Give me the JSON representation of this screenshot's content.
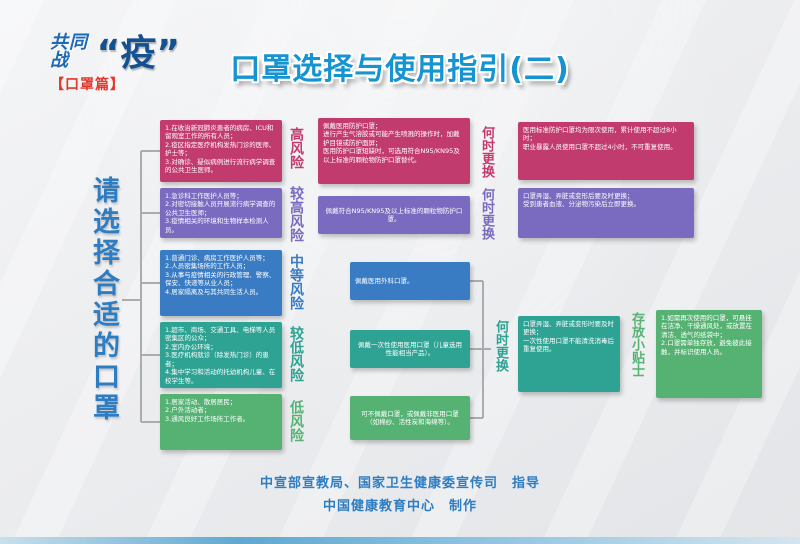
{
  "logo": {
    "prefix": "共同战",
    "big_char": "“疫”",
    "subtitle": "【口罩篇】"
  },
  "title": "口罩选择与使用指引(二)",
  "left_label": "请选择合适的口罩",
  "rows": [
    {
      "level": "高风险",
      "who": "1.在收治新冠肺炎患者的病房、ICU和留观室工作的所有人员；\n2.疫区指定医疗机构发热门诊的医师、护士等；\n3.对确诊、疑似病例进行流行病学调查的公共卫生医师。",
      "advice": "佩戴医用防护口罩；\n进行产生气溶胶或可能产生喷溅的操作时，加戴护目镜或防护面屏；\n医用防护口罩短缺时，可选用符合N95/KN95及以上标准的颗粒物防护口罩替代。",
      "when_label": "何时更换",
      "when": "医用标准防护口罩均为限次使用，累计使用不超过8小时；\n职业暴露人员使用口罩不超过4小时，不可重复使用。"
    },
    {
      "level": "较高风险",
      "who": "1.急诊科工作医护人员等；\n2.对密切接触人员开展流行病学调查的公共卫生医师；\n3.疫情相关的环境和生物样本检测人员。",
      "advice": "佩戴符合N95/KN95及以上标准的颗粒物防护口罩。",
      "when_label": "何时更换",
      "when": "口罩弄湿、弄脏或变形后要及时更换；\n受到患者血液、分泌物污染后立即更换。"
    },
    {
      "level": "中等风险",
      "who": "1.普通门诊、病房工作医护人员等；\n2.人员密集场所的工作人员；\n3.从事与疫情相关的行政管理、警察、保安、快递等从业人员；\n4.居家隔离及与其共同生活人员。",
      "advice": "佩戴医用外科口罩。"
    },
    {
      "level": "较低风险",
      "who": "1.超市、商场、交通工具、电梯等人员密集区的公众；\n2.室内办公环境；\n3.医疗机构就诊（除发热门诊）的患者；\n4.集中学习和活动的托幼机构儿童、在校学生等。",
      "advice": "佩戴一次性使用医用口罩（儿童选用性能相当产品）。"
    },
    {
      "level": "低风险",
      "who": "1.居家活动、散居居民；\n2.户外活动者；\n3.通风良好工作场所工作者。",
      "advice": "可不佩戴口罩，或佩戴非医用口罩（如棉纱、活性炭和海绵等）。"
    }
  ],
  "shared_when": {
    "label": "何时更换",
    "text": "口罩弄湿、弄脏或变形时要及时更换；\n一次性使用口罩不能清洗消毒后重复使用。"
  },
  "storage": {
    "label": "存放小贴士",
    "text": "1.如需再次使用的口罩，可悬挂在洁净、干燥通风处，或放置在清洁、透气的纸袋中；\n2.口罩需单独存放，避免彼此接触，并标识使用人员。"
  },
  "credits": {
    "line1": "中宣部宣教局、国家卫生健康委宣传司　指导",
    "line2": "中国健康教育中心　制作"
  },
  "colors": {
    "high_risk": "#c23b6e",
    "higher_risk": "#7a6bc0",
    "medium_risk": "#3a7cc3",
    "lower_risk": "#2ea293",
    "low_risk": "#55b273",
    "title_blue": "#1694d2",
    "credit_blue": "#2d7dc3",
    "logo_red": "#e2392b"
  }
}
